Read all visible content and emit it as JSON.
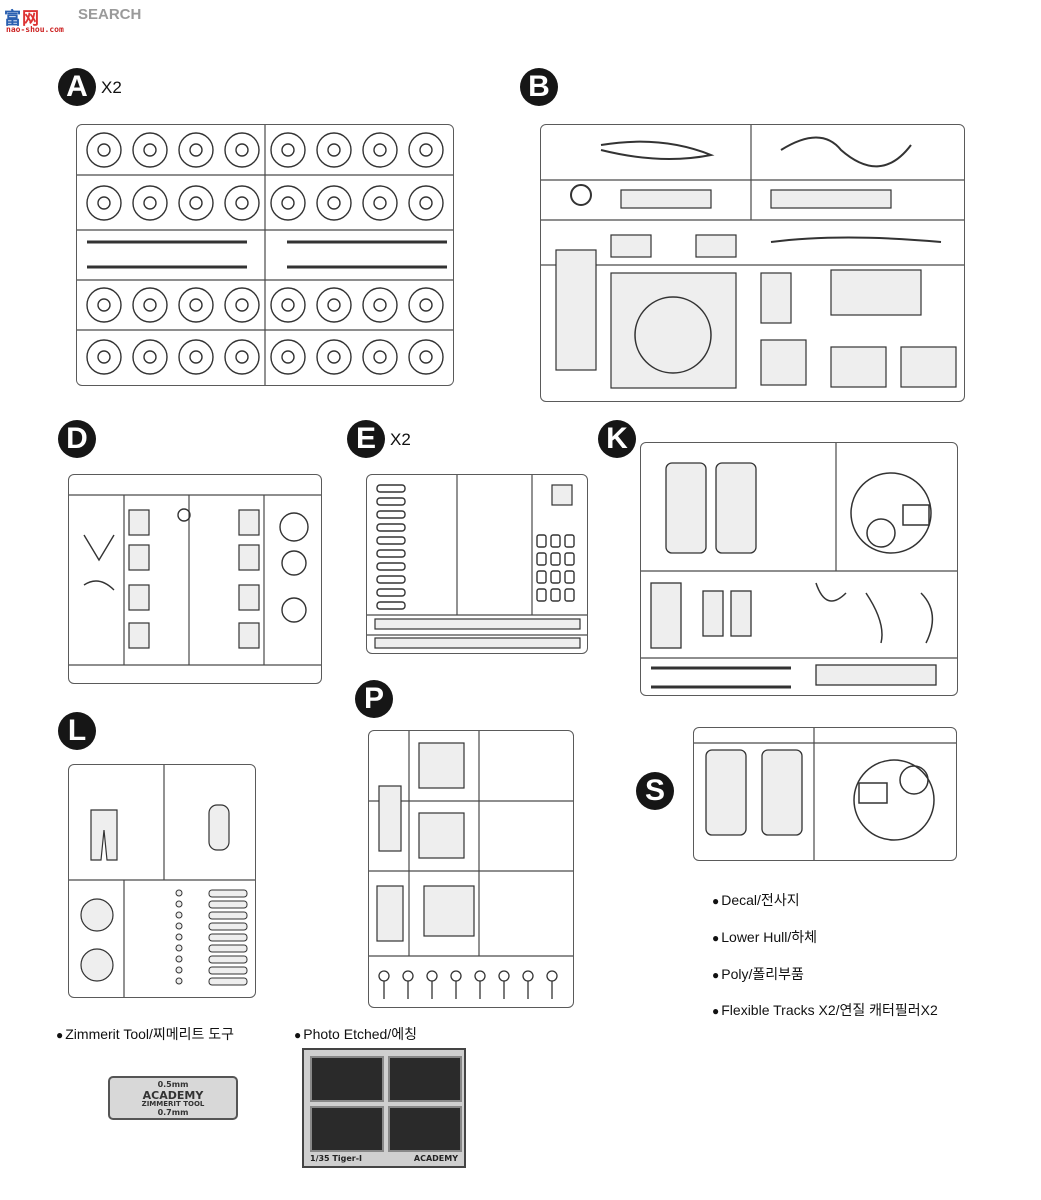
{
  "watermark": {
    "mark_a": "富",
    "mark_b": "网",
    "sub": "nao-shou.com",
    "text": "SEARCH"
  },
  "sprues": [
    {
      "letter": "A",
      "multiplier": "X2"
    },
    {
      "letter": "B",
      "multiplier": ""
    },
    {
      "letter": "D",
      "multiplier": ""
    },
    {
      "letter": "E",
      "multiplier": "X2"
    },
    {
      "letter": "K",
      "multiplier": ""
    },
    {
      "letter": "L",
      "multiplier": ""
    },
    {
      "letter": "P",
      "multiplier": ""
    },
    {
      "letter": "S",
      "multiplier": ""
    }
  ],
  "extras": [
    "Decal/전사지",
    "Lower Hull/하체",
    "Poly/폴리부품",
    "Flexible Tracks X2/연질  캐터필러X2"
  ],
  "tools": [
    "Zimmerit Tool/찌메리트 도구",
    "Photo Etched/에칭"
  ],
  "zimmerit_plate": {
    "brand": "ACADEMY",
    "name": "ZIMMERIT TOOL",
    "size_a": "0.5mm",
    "size_b": "0.7mm"
  },
  "pe_sheet": {
    "label": "1/35 Tiger-I",
    "brand": "ACADEMY"
  },
  "colors": {
    "badge": "#161616",
    "line": "#4a4a4a",
    "frame": "#5a5a5a"
  }
}
